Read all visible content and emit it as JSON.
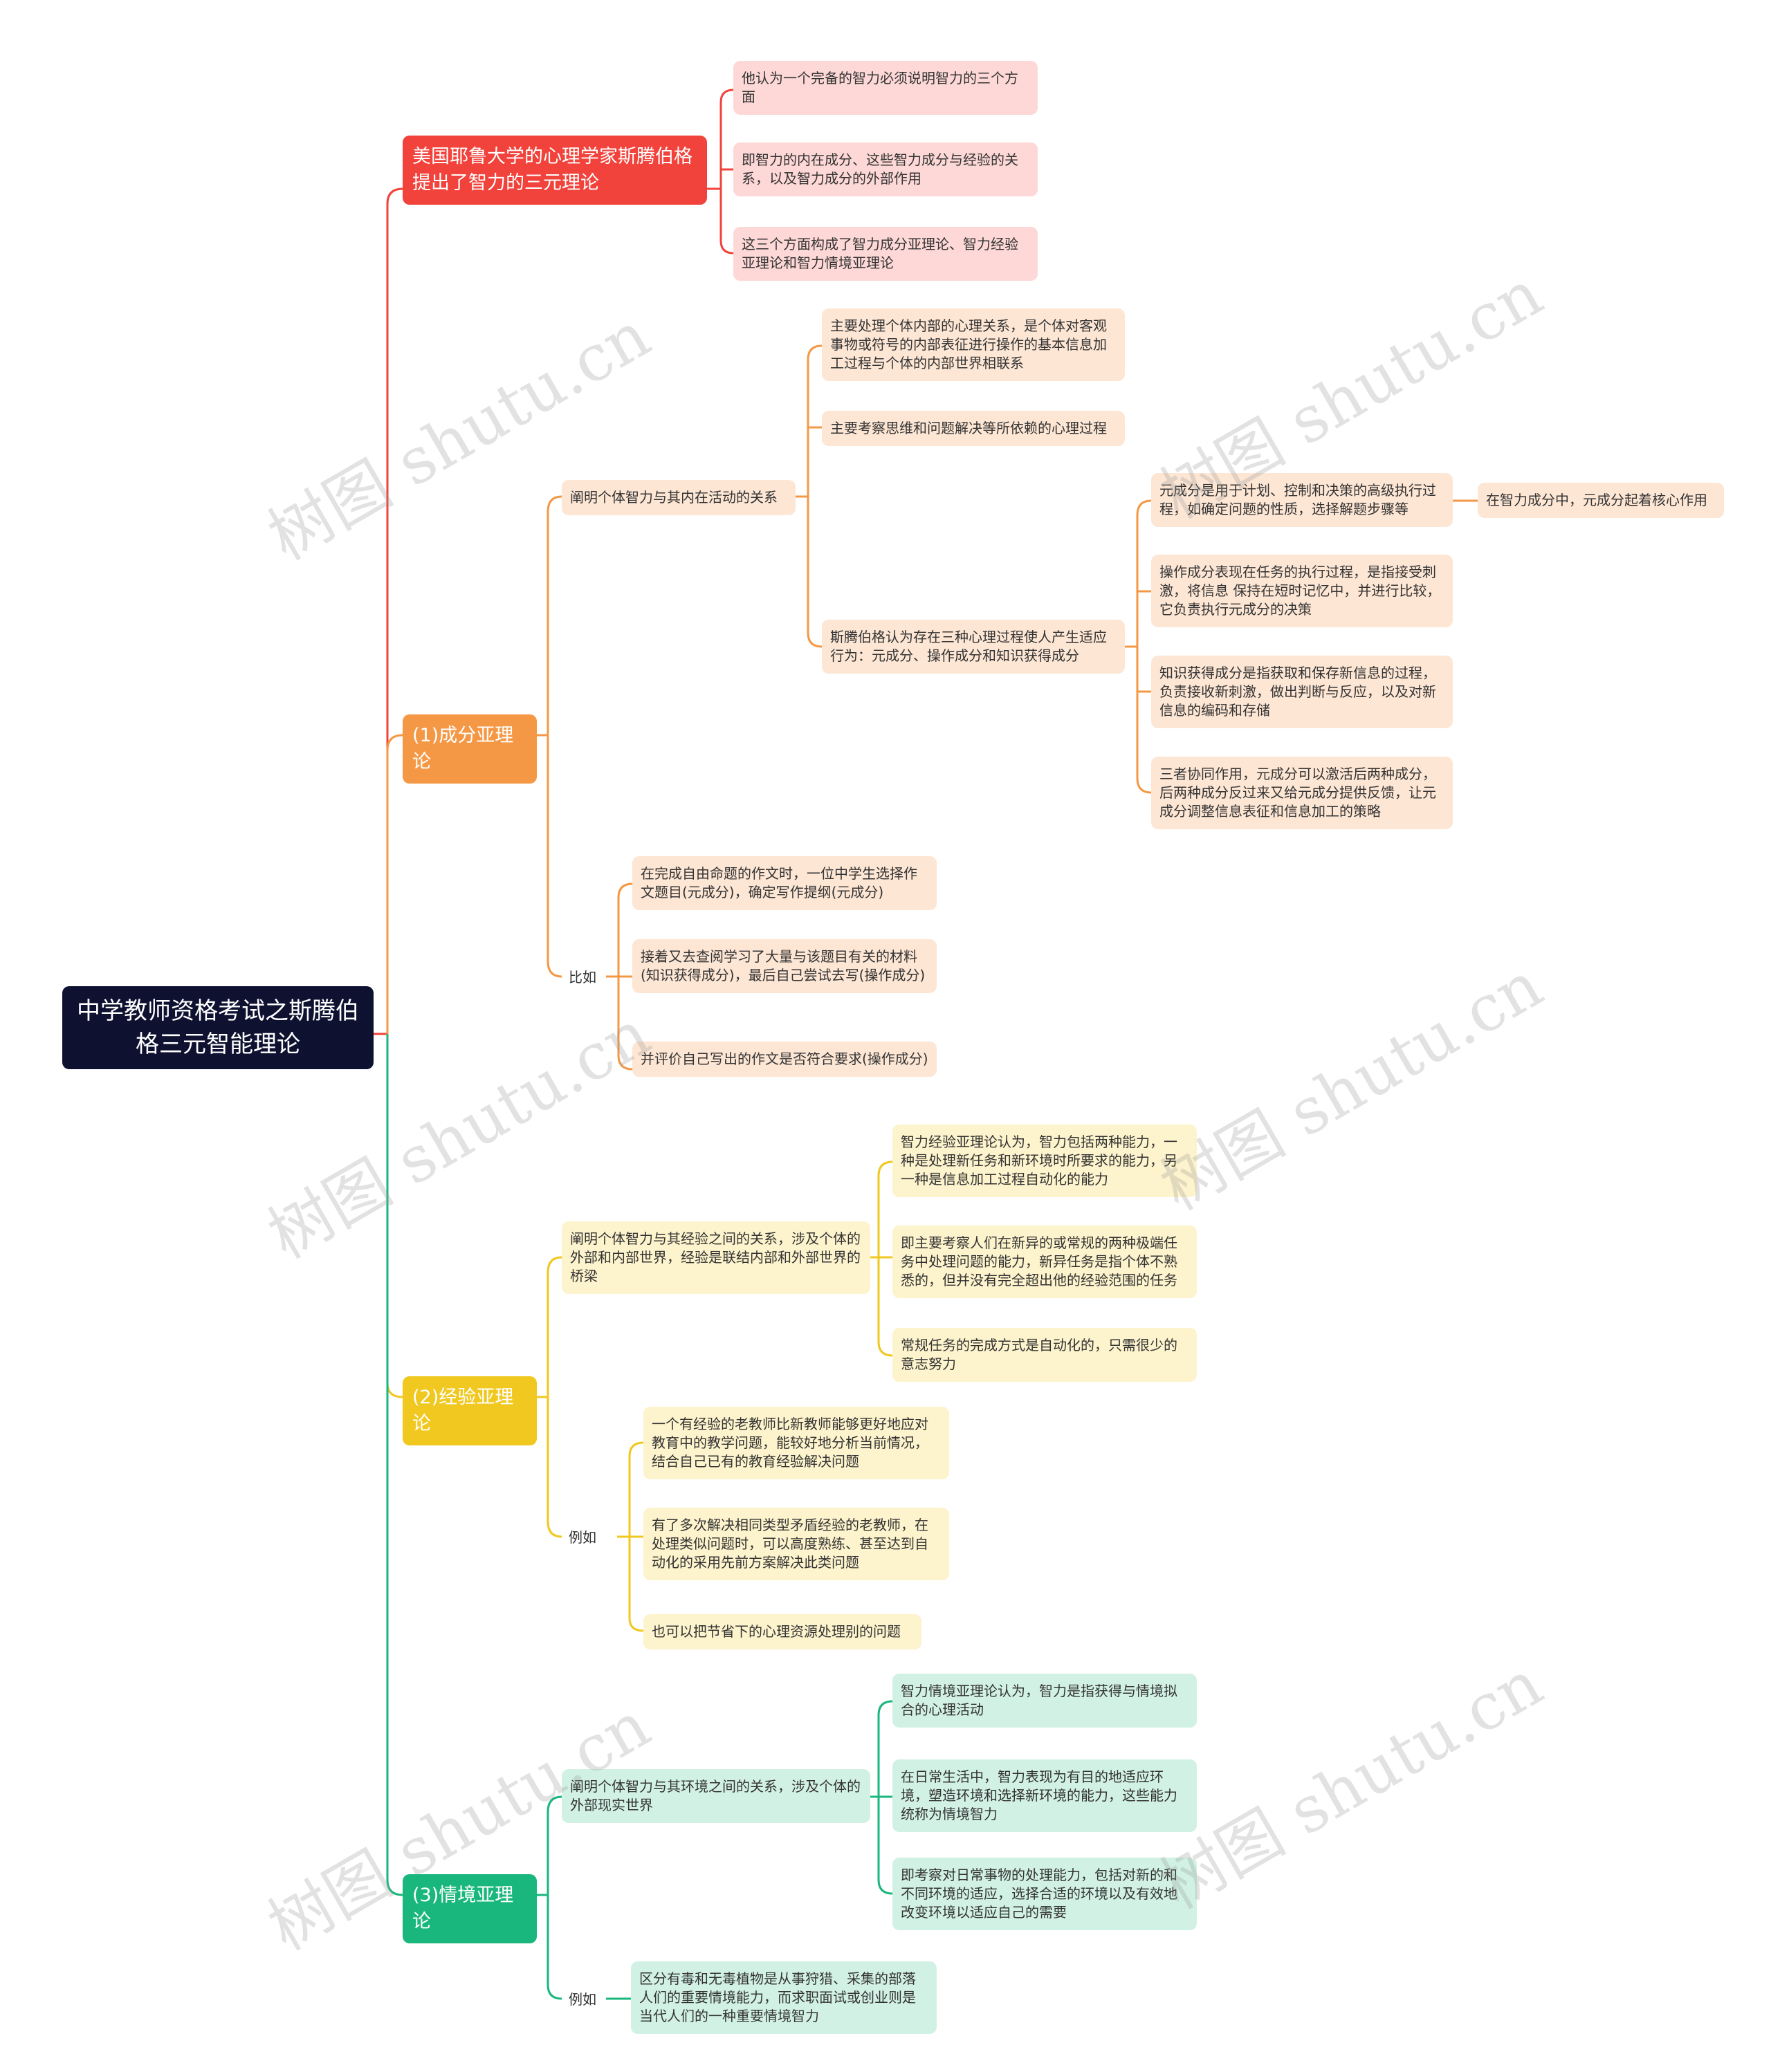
{
  "root": "中学教师资格考试之斯腾伯格三元智能理论",
  "branch1": {
    "title": "美国耶鲁大学的心理学家斯腾伯格提出了智力的三元理论",
    "items": [
      "他认为一个完备的智力必须说明智力的三个方面",
      "即智力的内在成分、这些智力成分与经验的关系，以及智力成分的外部作用",
      "这三个方面构成了智力成分亚理论、智力经验亚理论和智力情境亚理论"
    ]
  },
  "branch2": {
    "title": "(1)成分亚理论",
    "sub1": "阐明个体智力与其内在活动的关系",
    "sub1_items": [
      "主要处理个体内部的心理关系，是个体对客观事物或符号的内部表征进行操作的基本信息加工过程与个体的内部世界相联系",
      "主要考察思维和问题解决等所依赖的心理过程",
      "斯腾伯格认为存在三种心理过程使人产生适应行为：元成分、操作成分和知识获得成分"
    ],
    "components": [
      "元成分是用于计划、控制和决策的高级执行过程，如确定问题的性质，选择解题步骤等",
      "操作成分表现在任务的执行过程，是指接受刺激，将信息 保持在短时记忆中，并进行比较，它负责执行元成分的决策",
      "知识获得成分是指获取和保存新信息的过程，负责接收新刺激，做出判断与反应，以及对新信息的编码和存储",
      "三者协同作用，元成分可以激活后两种成分，后两种成分反过来又给元成分提供反馈，让元成分调整信息表征和信息加工的策略"
    ],
    "meta_note": "在智力成分中，元成分起着核心作用",
    "sub2": "比如",
    "sub2_items": [
      "在完成自由命题的作文时，一位中学生选择作文题目(元成分)，确定写作提纲(元成分)",
      "接着又去查阅学习了大量与该题目有关的材料(知识获得成分)，最后自己尝试去写(操作成分)",
      "并评价自己写出的作文是否符合要求(操作成分)"
    ]
  },
  "branch3": {
    "title": "(2)经验亚理论",
    "sub1": "阐明个体智力与其经验之间的关系，涉及个体的外部和内部世界，经验是联结内部和外部世界的桥梁",
    "sub1_items": [
      "智力经验亚理论认为，智力包括两种能力，一种是处理新任务和新环境时所要求的能力，另一种是信息加工过程自动化的能力",
      "即主要考察人们在新异的或常规的两种极端任务中处理问题的能力，新异任务是指个体不熟悉的，但并没有完全超出他的经验范围的任务",
      "常规任务的完成方式是自动化的，只需很少的意志努力"
    ],
    "sub2": "例如",
    "sub2_items": [
      "一个有经验的老教师比新教师能够更好地应对教育中的教学问题，能较好地分析当前情况，结合自己已有的教育经验解决问题",
      "有了多次解决相同类型矛盾经验的老教师，在处理类似问题时，可以高度熟练、甚至达到自动化的采用先前方案解决此类问题",
      "也可以把节省下的心理资源处理别的问题"
    ]
  },
  "branch4": {
    "title": "(3)情境亚理论",
    "sub1": "阐明个体智力与其环境之间的关系，涉及个体的外部现实世界",
    "sub1_items": [
      "智力情境亚理论认为，智力是指获得与情境拟合的心理活动",
      "在日常生活中，智力表现为有目的地适应环境，塑造环境和选择新环境的能力，这些能力统称为情境智力",
      "即考察对日常事物的处理能力，包括对新的和不同环境的适应，选择合适的环境以及有效地改变环境以适应自己的需要"
    ],
    "sub2": "例如",
    "sub2_items": [
      "区分有毒和无毒植物是从事狩猎、采集的部落人们的重要情境能力，而求职面试或创业则是当代人们的一种重要情境智力"
    ]
  },
  "watermark": "树图 shutu.cn",
  "colors": {
    "root": "#0f1131",
    "red": "#f1423b",
    "orange": "#f59845",
    "yellow": "#f0c820",
    "green": "#19b77d"
  }
}
